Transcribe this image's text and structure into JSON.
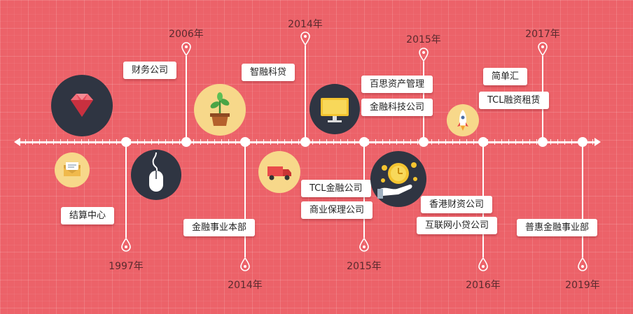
{
  "timeline": {
    "top_years": [
      "2006年",
      "2014年",
      "2015年",
      "2017年"
    ],
    "bottom_years": [
      "1997年",
      "2014年",
      "2015年",
      "2016年",
      "2019年"
    ],
    "events": {
      "e1997": "结算中心",
      "e2006": "财务公司",
      "e2014a": "金融事业本部",
      "e2014b": "智融科贷",
      "e2015a1": "TCL金融公司",
      "e2015a2": "商业保理公司",
      "e2015b1": "百思资产管理",
      "e2015b2": "金融科技公司",
      "e2016a": "香港财资公司",
      "e2016b": "互联网小贷公司",
      "e2017a": "简单汇",
      "e2017b": "TCL融资租赁",
      "e2019": "普惠金融事业部"
    },
    "icons": [
      "gem-icon",
      "envelope-icon",
      "mouse-icon",
      "plant-icon",
      "truck-icon",
      "monitor-icon",
      "coin-hand-icon",
      "rocket-icon"
    ],
    "colors": {
      "background": "#ec6269",
      "dark_circle": "#2f3542",
      "yellow_circle": "#f7d88a"
    }
  }
}
